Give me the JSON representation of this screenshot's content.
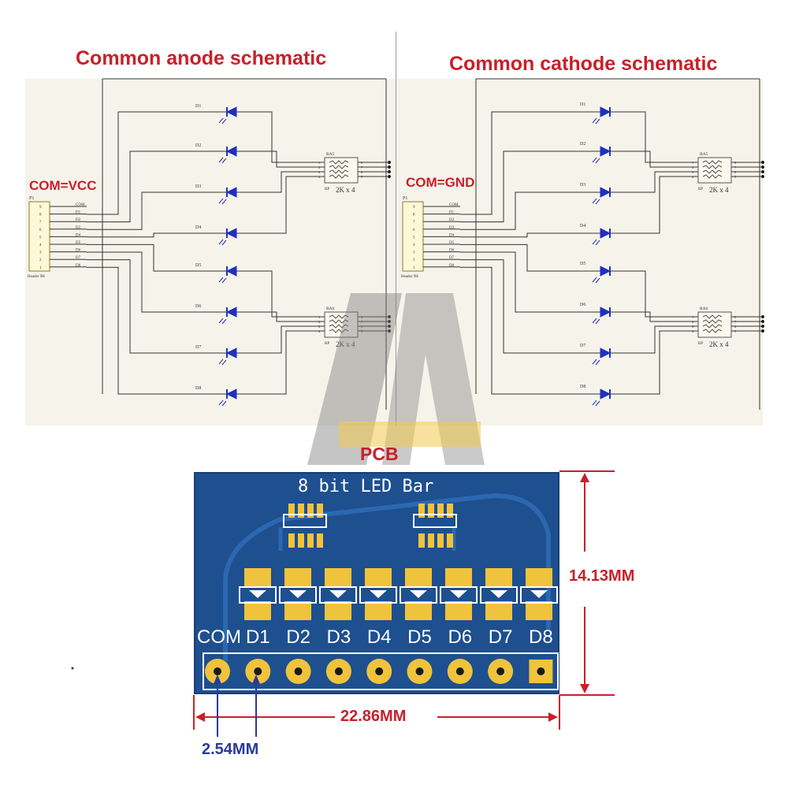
{
  "left_panel": {
    "title": "Common anode schematic",
    "com_label": "COM=VCC",
    "header_ref": "P1",
    "header_caption": "Header 9H",
    "header_pins": [
      "9",
      "8",
      "7",
      "6",
      "5",
      "4",
      "3",
      "2",
      "1"
    ],
    "net_labels": [
      "COM",
      "D1",
      "D2",
      "D3",
      "D4",
      "D5",
      "D6",
      "D7",
      "D8"
    ],
    "leds": [
      "D1",
      "D2",
      "D3",
      "D4",
      "D5",
      "D6",
      "D7",
      "D8"
    ],
    "resistor_refs": [
      "RA5",
      "RA6"
    ],
    "resistor_pins_left": [
      "1",
      "2",
      "3",
      "4"
    ],
    "resistor_pins_right": [
      "8",
      "7",
      "6",
      "5"
    ],
    "resistor_prefix": "RP",
    "resistor_value": "2K x 4"
  },
  "right_panel": {
    "title": "Common cathode schematic",
    "com_label": "COM=GND",
    "header_ref": "P1",
    "header_caption": "Header 9H",
    "header_pins": [
      "9",
      "8",
      "7",
      "6",
      "5",
      "4",
      "3",
      "2",
      "1"
    ],
    "net_labels": [
      "COM",
      "D1",
      "D2",
      "D3",
      "D4",
      "D5",
      "D6",
      "D7",
      "D8"
    ],
    "leds": [
      "D1",
      "D2",
      "D3",
      "D4",
      "D5",
      "D6",
      "D7",
      "D8"
    ],
    "resistor_refs": [
      "RA5",
      "RA6"
    ],
    "resistor_pins_left": [
      "1",
      "2",
      "3",
      "4"
    ],
    "resistor_pins_right": [
      "8",
      "7",
      "6",
      "5"
    ],
    "resistor_prefix": "RP",
    "resistor_value": "2K x 4"
  },
  "pcb": {
    "title": "PCB",
    "board_title": "8 bit LED Bar",
    "pin_labels": [
      "COM",
      "D1",
      "D2",
      "D3",
      "D4",
      "D5",
      "D6",
      "D7",
      "D8"
    ],
    "height_label": "14.13MM",
    "width_label": "22.86MM",
    "pitch_label": "2.54MM"
  },
  "colors": {
    "title_red": "#c8202a",
    "board_blue": "#1e4f8f",
    "pad_gold": "#f0c33c",
    "pitch_blue": "#2a3a9a",
    "schematic_line": "#333333",
    "led_blue": "#2030c0"
  }
}
